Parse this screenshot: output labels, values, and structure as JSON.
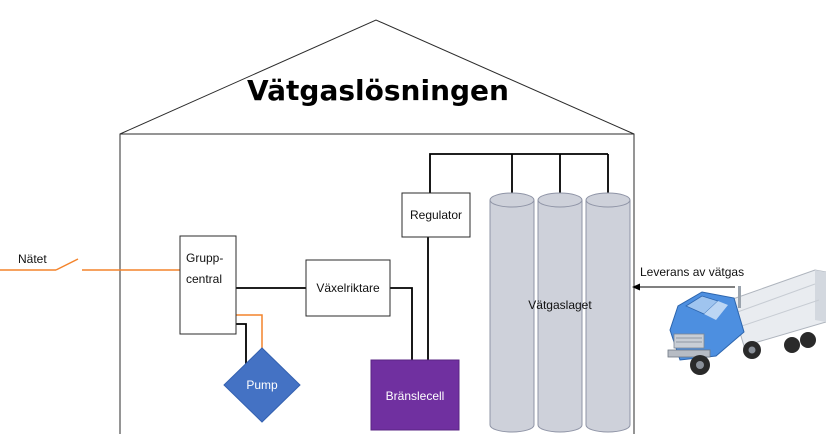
{
  "title": "Vätgaslösningen",
  "labels": {
    "grid": "Nätet",
    "group_central_line1": "Grupp-",
    "group_central_line2": "central",
    "inverter": "Växelriktare",
    "regulator": "Regulator",
    "storage": "Vätgaslaget",
    "fuel_cell": "Bränslecell",
    "pump": "Pump",
    "delivery": "Leverans av vätgas"
  },
  "colors": {
    "outline": "#2b2b2b",
    "power_line": "#f4842c",
    "fuel_cell_fill": "#7030a0",
    "pump_fill": "#4472c4",
    "tank_fill": "#ced1da",
    "tank_stroke": "#8f94a6",
    "truck_cab": "#4d8fe0",
    "trailer": "#e9ecf0"
  },
  "icons": {
    "delivery_vehicle": "truck-icon",
    "grid_switch": "switch-icon"
  }
}
